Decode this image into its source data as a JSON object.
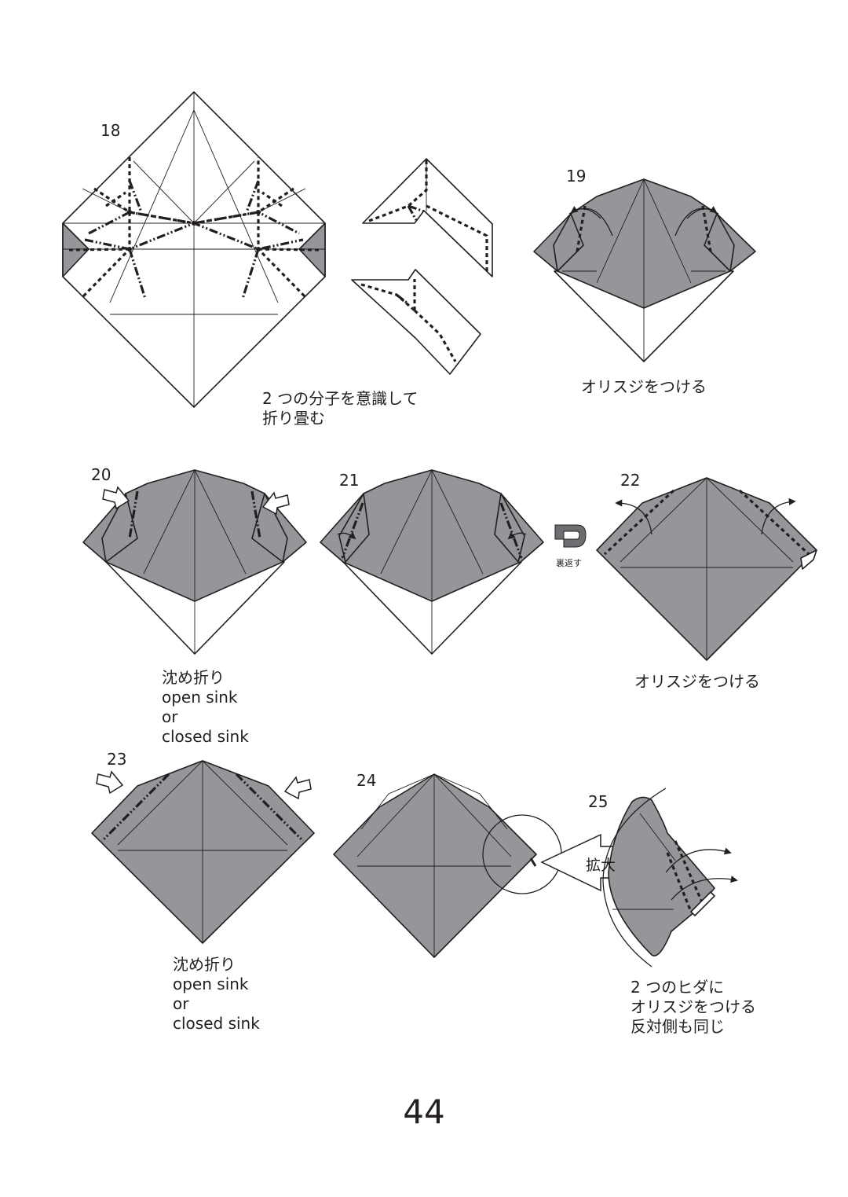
{
  "steps": [
    {
      "number": "18",
      "caption": [
        "2 つの分子を意識して",
        "折り畳む"
      ]
    },
    {
      "number": "19",
      "caption": [
        "オリスジをつける"
      ]
    },
    {
      "number": "20",
      "caption": [
        "沈め折り",
        "open sink",
        "or",
        "closed sink"
      ]
    },
    {
      "number": "21",
      "caption": []
    },
    {
      "number": "22",
      "caption": [
        "オリスジをつける"
      ]
    },
    {
      "number": "23",
      "caption": [
        "沈め折り",
        "open sink",
        "or",
        "closed sink"
      ]
    },
    {
      "number": "24",
      "caption": []
    },
    {
      "number": "25",
      "caption": [
        "2 つのヒダに",
        "オリスジをつける",
        "反対側も同じ"
      ]
    }
  ],
  "flip_label": "裏返す",
  "zoom_label": "拡大",
  "page_number": "44",
  "colors": {
    "paper_gray": "#95969a",
    "line": "#231f20"
  }
}
